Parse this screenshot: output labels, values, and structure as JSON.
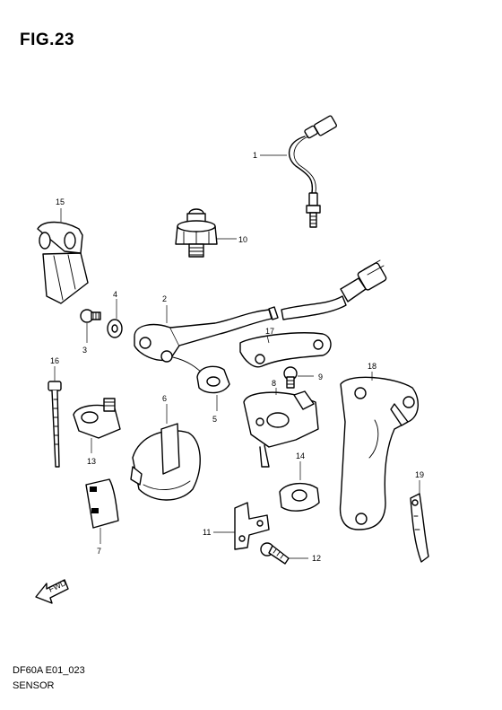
{
  "figure": {
    "title": "FIG.23",
    "code": "DF60A E01_023",
    "name": "SENSOR",
    "fwd_label": "FWD"
  },
  "callouts": [
    "1",
    "2",
    "3",
    "4",
    "5",
    "6",
    "7",
    "8",
    "9",
    "10",
    "11",
    "12",
    "13",
    "14",
    "15",
    "16",
    "17",
    "18",
    "19"
  ]
}
